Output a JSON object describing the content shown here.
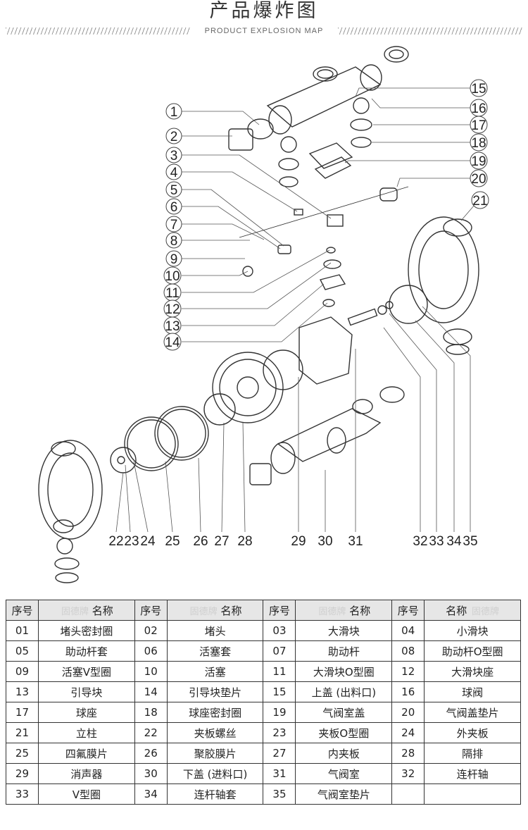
{
  "page": {
    "title": "产品爆炸图",
    "subtitle": "PRODUCT EXPLOSION MAP"
  },
  "callouts": [
    "1",
    "2",
    "3",
    "4",
    "5",
    "6",
    "7",
    "8",
    "9",
    "10",
    "11",
    "12",
    "13",
    "14",
    "15",
    "16",
    "17",
    "18",
    "19",
    "20",
    "21",
    "22",
    "23",
    "24",
    "25",
    "26",
    "27",
    "28",
    "29",
    "30",
    "31",
    "32",
    "33",
    "34",
    "35"
  ],
  "parts_table": {
    "headers": [
      "序号",
      "名称"
    ],
    "watermark": "固德牌",
    "rows": [
      [
        {
          "no": "01",
          "name": "堵头密封圈"
        },
        {
          "no": "02",
          "name": "堵头"
        },
        {
          "no": "03",
          "name": "大滑块"
        },
        {
          "no": "04",
          "name": "小滑块"
        }
      ],
      [
        {
          "no": "05",
          "name": "助动杆套"
        },
        {
          "no": "06",
          "name": "活塞套"
        },
        {
          "no": "07",
          "name": "助动杆"
        },
        {
          "no": "08",
          "name": "助动杆O型圈"
        }
      ],
      [
        {
          "no": "09",
          "name": "活塞V型圈"
        },
        {
          "no": "10",
          "name": "活塞"
        },
        {
          "no": "11",
          "name": "大滑块O型圈"
        },
        {
          "no": "12",
          "name": "大滑块座"
        }
      ],
      [
        {
          "no": "13",
          "name": "引导块"
        },
        {
          "no": "14",
          "name": "引导块垫片"
        },
        {
          "no": "15",
          "name": "上盖 (出料口)"
        },
        {
          "no": "16",
          "name": "球阀"
        }
      ],
      [
        {
          "no": "17",
          "name": "球座"
        },
        {
          "no": "18",
          "name": "球座密封圈"
        },
        {
          "no": "19",
          "name": "气阀室盖"
        },
        {
          "no": "20",
          "name": "气阀盖垫片"
        }
      ],
      [
        {
          "no": "21",
          "name": "立柱"
        },
        {
          "no": "22",
          "name": "夹板螺丝"
        },
        {
          "no": "23",
          "name": "夹板O型圈"
        },
        {
          "no": "24",
          "name": "外夹板"
        }
      ],
      [
        {
          "no": "25",
          "name": "四氟膜片"
        },
        {
          "no": "26",
          "name": "聚胶膜片"
        },
        {
          "no": "27",
          "name": "内夹板"
        },
        {
          "no": "28",
          "name": "隔排"
        }
      ],
      [
        {
          "no": "29",
          "name": "消声器"
        },
        {
          "no": "30",
          "name": "下盖 (进料口)"
        },
        {
          "no": "31",
          "name": "气阀室"
        },
        {
          "no": "32",
          "name": "连杆轴"
        }
      ],
      [
        {
          "no": "33",
          "name": "V型圈"
        },
        {
          "no": "34",
          "name": "连杆轴套"
        },
        {
          "no": "35",
          "name": "气阀室垫片"
        },
        {
          "no": "",
          "name": ""
        }
      ]
    ]
  }
}
